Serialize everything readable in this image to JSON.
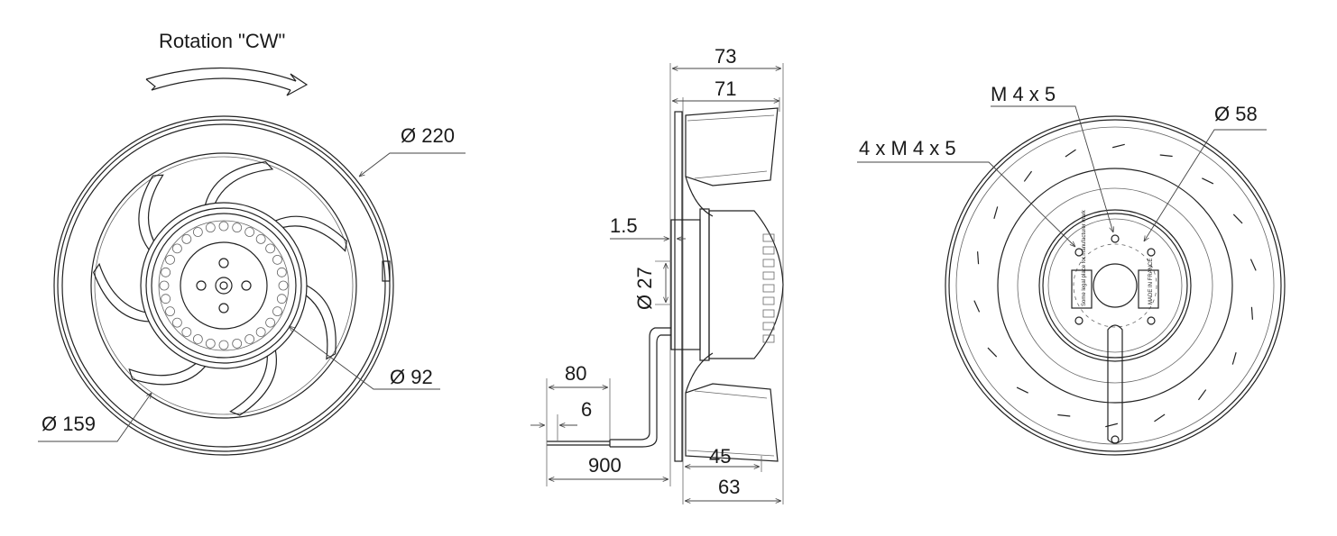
{
  "labels": {
    "rotation": "Rotation \"CW\"",
    "front_d220": "Ø 220",
    "front_d92": "Ø 92",
    "front_d159": "Ø 159",
    "side_73": "73",
    "side_71": "71",
    "side_1_5": "1.5",
    "side_d27": "Ø 27",
    "side_80": "80",
    "side_6": "6",
    "side_900": "900",
    "side_45": "45",
    "side_63": "63",
    "back_m4x5": "M 4 x 5",
    "back_d58": "Ø 58",
    "back_4xm4x5": "4 x M 4 x 5",
    "hub_label_left": "Some legal\nplace for\nmanufacturer\nmark",
    "hub_label_right": "MADE IN\nFRANCE"
  },
  "colors": {
    "line": "#222222",
    "text": "#1a1a1a",
    "background": "#ffffff"
  }
}
